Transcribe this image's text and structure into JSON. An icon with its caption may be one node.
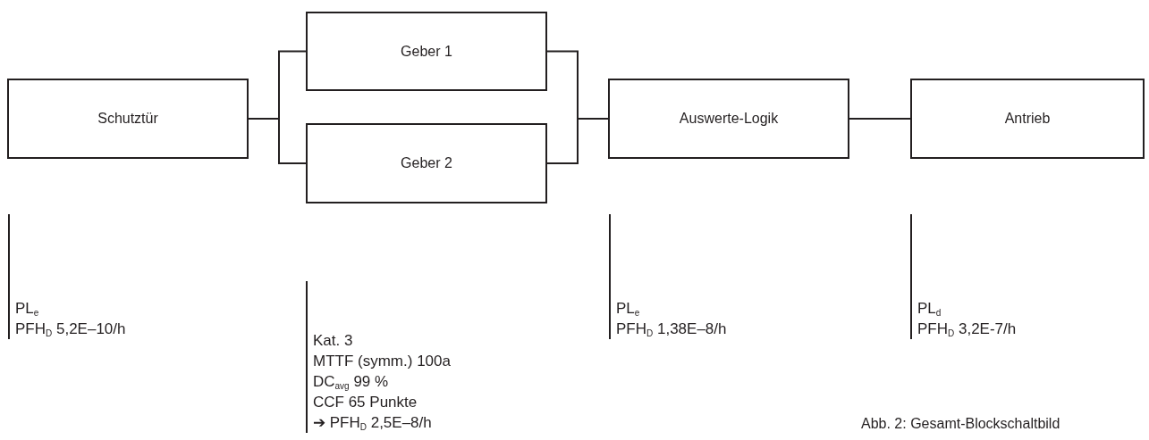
{
  "diagram": {
    "caption": "Abb. 2: Gesamt-Blockschaltbild",
    "nodes": [
      {
        "text": [
          "Schutztür"
        ],
        "beside": [
          "PL$_{e}$",
          "PFH$_{D}$ 5,2E–10/h"
        ]
      },
      {
        "text": [
          "Geber 1"
        ]
      },
      {
        "text": [
          "Geber 2"
        ],
        "beside": [
          "Kat. 3",
          "MTTF (symm.) 100a",
          "DC$_{avg}$ 99 %",
          "CCF 65 Punkte",
          "➔ PFH$_{D}$ 2,5E–8/h"
        ]
      },
      {
        "text": [
          "Auswerte-Logik"
        ],
        "beside": [
          "PL$_{e}$",
          "PFH$_{D}$ 1,38E–8/h"
        ]
      },
      {
        "text": [
          "Antrieb"
        ],
        "beside": [
          "PL$_{d}$",
          "PFH$_{D}$ 3,2E-7/h"
        ]
      }
    ],
    "edges": [
      {
        "from": 0,
        "to": 1,
        "arrow": "none"
      },
      {
        "from": 0,
        "to": 2,
        "arrow": "none"
      },
      {
        "from": 1,
        "to": 3,
        "arrow": "none"
      },
      {
        "from": 2,
        "to": 3,
        "arrow": "none"
      },
      {
        "from": 3,
        "to": 4,
        "arrow": "none"
      }
    ]
  }
}
